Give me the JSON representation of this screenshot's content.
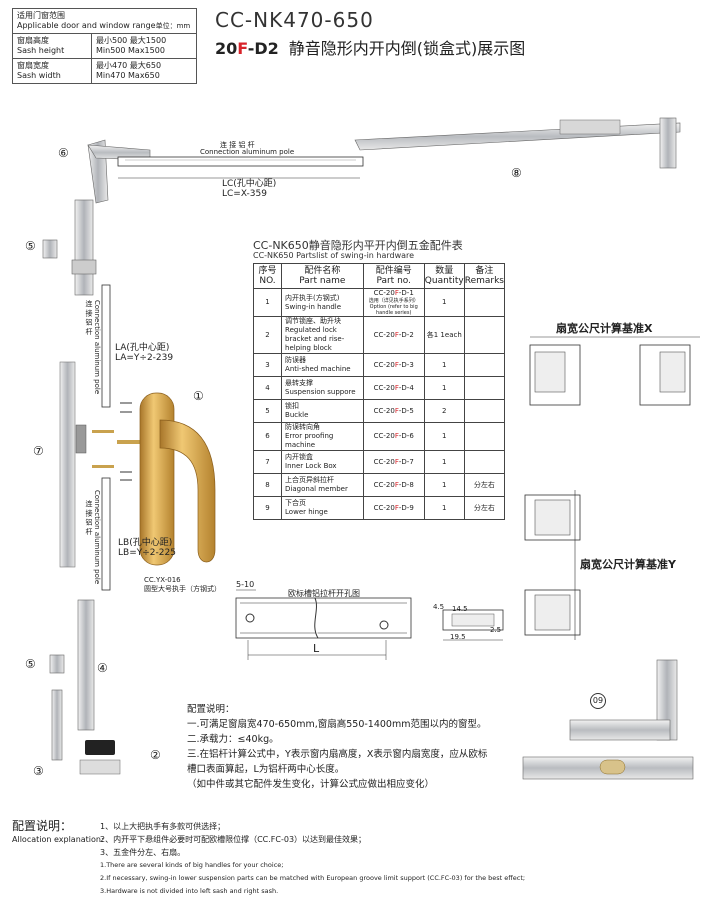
{
  "range_table": {
    "header_cn": "适用门窗范围",
    "header_en": "Applicable door and window range",
    "header_unit": "单位：mm",
    "rows": [
      {
        "label_cn": "窗扇高度",
        "label_en": "Sash height",
        "value_cn": "最小500 最大1500",
        "value_en": "Min500 Max1500"
      },
      {
        "label_cn": "窗扇宽度",
        "label_en": "Sash width",
        "value_cn": "最小470 最大650",
        "value_en": "Min470 Max650"
      }
    ]
  },
  "model": "CC-NK470-650",
  "subtitle": {
    "prefix": "20",
    "red": "F",
    "dash": "-",
    "code": "D2",
    "cn": "静音隐形内开内倒(锁盒式)展示图"
  },
  "parts": {
    "title_cn": "CC-NK650静音隐形内平开内倒五金配件表",
    "title_en": "CC-NK650 Partslist of swing-in hardware",
    "headers": [
      {
        "cn": "序号",
        "en": "NO."
      },
      {
        "cn": "配件名称",
        "en": "Part name"
      },
      {
        "cn": "配件编号",
        "en": "Part no."
      },
      {
        "cn": "数量",
        "en": "Quantity"
      },
      {
        "cn": "备注",
        "en": "Remarks"
      }
    ],
    "rows": [
      {
        "no": "1",
        "name_cn": "内开执手(方钢式)",
        "name_en": "Swing-in handle",
        "pn_pre": "CC-20",
        "pn_red": "F",
        "pn_post": "-D-1",
        "pn_note": "选用（详见执手系列）Option (refer to big handle series)",
        "qty": "1",
        "remark": ""
      },
      {
        "no": "2",
        "name_cn": "调节锁座、助升块",
        "name_en": "Regulated lock bracket and rise-helping block",
        "pn_pre": "CC-20",
        "pn_red": "F",
        "pn_post": "-D-2",
        "pn_note": "",
        "qty": "各1 1each",
        "remark": ""
      },
      {
        "no": "3",
        "name_cn": "防误器",
        "name_en": "Anti-shed machine",
        "pn_pre": "CC-20",
        "pn_red": "F",
        "pn_post": "-D-3",
        "pn_note": "",
        "qty": "1",
        "remark": ""
      },
      {
        "no": "4",
        "name_cn": "悬转支撑",
        "name_en": "Suspension suppore",
        "pn_pre": "CC-20",
        "pn_red": "F",
        "pn_post": "-D-4",
        "pn_note": "",
        "qty": "1",
        "remark": ""
      },
      {
        "no": "5",
        "name_cn": "锁扣",
        "name_en": "Buckle",
        "pn_pre": "CC-20",
        "pn_red": "F",
        "pn_post": "-D-5",
        "pn_note": "",
        "qty": "2",
        "remark": ""
      },
      {
        "no": "6",
        "name_cn": "防误转向角",
        "name_en": "Error proofing machine",
        "pn_pre": "CC-20",
        "pn_red": "F",
        "pn_post": "-D-6",
        "pn_note": "",
        "qty": "1",
        "remark": ""
      },
      {
        "no": "7",
        "name_cn": "内开锁盒",
        "name_en": "Inner Lock Box",
        "pn_pre": "CC-20",
        "pn_red": "F",
        "pn_post": "-D-7",
        "pn_note": "",
        "qty": "1",
        "remark": ""
      },
      {
        "no": "8",
        "name_cn": "上合页异斜拉杆",
        "name_en": "Diagonal member",
        "pn_pre": "CC-20",
        "pn_red": "F",
        "pn_post": "-D-8",
        "pn_note": "",
        "qty": "1",
        "remark": "分左右"
      },
      {
        "no": "9",
        "name_cn": "下合页",
        "name_en": "Lower hinge",
        "pn_pre": "CC-20",
        "pn_red": "F",
        "pn_post": "-D-9",
        "pn_note": "",
        "qty": "1",
        "remark": "分左右"
      }
    ]
  },
  "diagram": {
    "top_pole_cn": "连 接 铝 杆",
    "top_pole_en": "Connection aluminum pole",
    "lc_cn": "LC(孔中心距)",
    "lc_formula": "LC=X-359",
    "la_cn": "LA(孔中心距)",
    "la_formula": "LA=Y÷2-239",
    "lb_cn": "LB(孔中心距)",
    "lb_formula": "LB=Y÷2-225",
    "vert_pole_cn": "连 接 铝 杆",
    "vert_pole_en": "Connection aluminum pole",
    "handle_model": "CC.YX-016",
    "handle_desc": "圆型大号执手（方钢式）",
    "slot_title": "欧标槽铝拉杆开孔图",
    "dim_5_10": "5-10",
    "dim_L": "L",
    "dim_45": "4.5",
    "dim_145": "14.5",
    "dim_195": "19.5",
    "dim_25": "2.5",
    "width_label": "扇宽公尺计算基准X",
    "height_label": "扇宽公尺计算基准Y",
    "markers": [
      "①",
      "②",
      "③",
      "④",
      "⑤",
      "⑤",
      "⑥",
      "⑦",
      "⑧",
      "09"
    ]
  },
  "config": {
    "title": "配置说明：",
    "lines": [
      "一.可满足窗扇宽470-650mm,窗扇高550-1400mm范围以内的窗型。",
      "二.承载力：≤40kg。",
      "三.在铝杆计算公式中，Y表示窗内扇高度，X表示窗内扇宽度，应从欧标",
      "槽口表面算起，L为铝杆两中心长度。",
      "（如中件或其它配件发生变化，计算公式应做出相应变化）"
    ]
  },
  "allocation": {
    "title_cn": "配置说明：",
    "title_en": "Allocation explanation:",
    "items": [
      "1、以上大把执手有多款可供选择；",
      "2、内开平下悬组件必要时可配欧槽限位撑（CC.FC-03）以达到最佳效果；",
      "3、五金件分左、右扇。",
      "1.There are several kinds of big handles for your choice;",
      "2.If necessary, swing-in lower suspension parts can be matched with European groove limit support (CC.FC-03) for the best effect;",
      "3.Hardware is not divided into left sash and right sash."
    ]
  }
}
